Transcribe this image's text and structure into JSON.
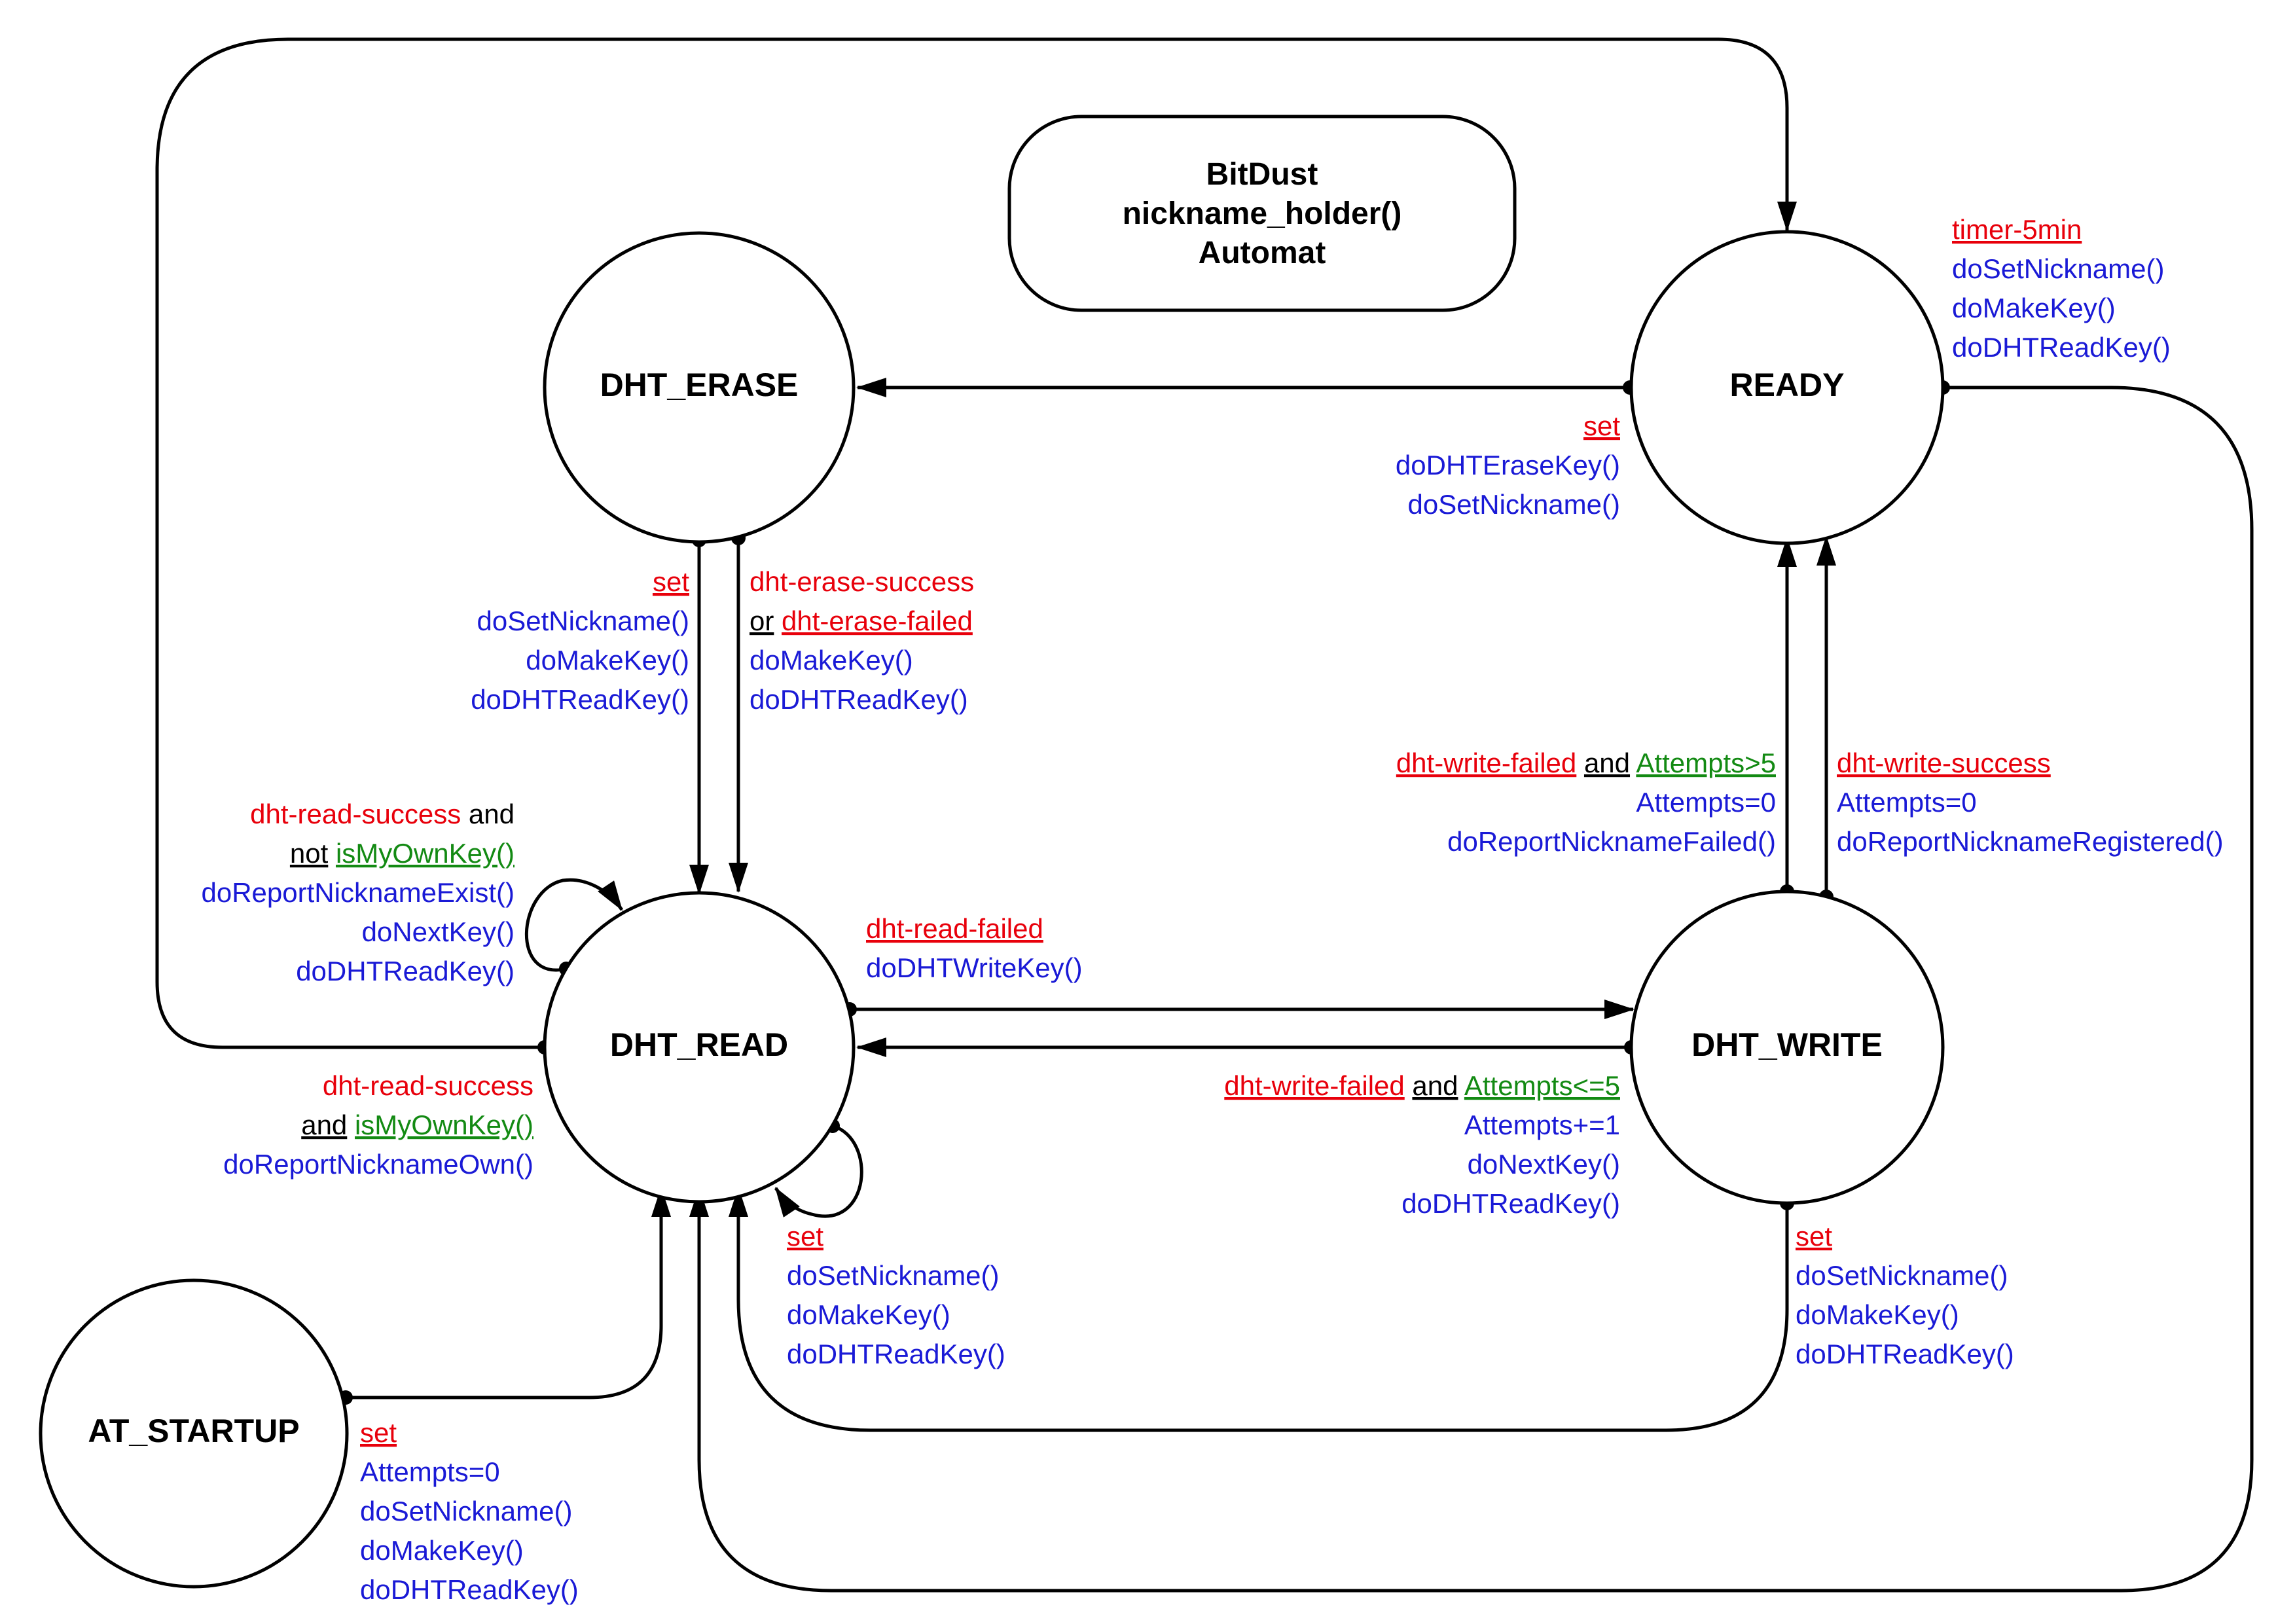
{
  "title": {
    "line1": "BitDust",
    "line2": "nickname_holder()",
    "line3": "Automat"
  },
  "states": {
    "ready": "READY",
    "dht_erase": "DHT_ERASE",
    "dht_read": "DHT_READ",
    "dht_write": "DHT_WRITE",
    "at_startup": "AT_STARTUP"
  },
  "colors": {
    "event": "#e8000b",
    "condition": "#138a13",
    "action": "#1a1ad6",
    "line": "#000000"
  },
  "labels": {
    "ready_self": {
      "event": "timer-5min",
      "actions": [
        "doSetNickname()",
        "doMakeKey()",
        "doDHTReadKey()"
      ]
    },
    "ready_to_erase": {
      "event": "set",
      "actions": [
        "doDHTEraseKey()",
        "doSetNickname()"
      ]
    },
    "erase_to_read_set": {
      "event": "set",
      "actions": [
        "doSetNickname()",
        "doMakeKey()",
        "doDHTReadKey()"
      ]
    },
    "erase_to_read_done": {
      "event1": "dht-erase-success",
      "op": "or",
      "event2": "dht-erase-failed",
      "actions": [
        "doMakeKey()",
        "doDHTReadKey()"
      ]
    },
    "read_loop_not_own": {
      "event": "dht-read-success",
      "op1": "and",
      "op2": "not",
      "condition": "isMyOwnKey()",
      "actions": [
        "doReportNicknameExist()",
        "doNextKey()",
        "doDHTReadKey()"
      ]
    },
    "read_own": {
      "event": "dht-read-success",
      "op": "and",
      "condition": "isMyOwnKey()",
      "actions": [
        "doReportNicknameOwn()"
      ]
    },
    "read_to_write": {
      "event": "dht-read-failed",
      "actions": [
        "doDHTWriteKey()"
      ]
    },
    "write_to_read_retry": {
      "event": "dht-write-failed",
      "op": "and",
      "condition": "Attempts<=5",
      "actions": [
        "Attempts+=1",
        "doNextKey()",
        "doDHTReadKey()"
      ]
    },
    "read_self_set": {
      "event": "set",
      "actions": [
        "doSetNickname()",
        "doMakeKey()",
        "doDHTReadKey()"
      ]
    },
    "write_to_read_set": {
      "event": "set",
      "actions": [
        "doSetNickname()",
        "doMakeKey()",
        "doDHTReadKey()"
      ]
    },
    "write_fail_to_ready": {
      "event": "dht-write-failed",
      "op": "and",
      "condition": "Attempts>5",
      "actions": [
        "Attempts=0",
        "doReportNicknameFailed()"
      ]
    },
    "write_success_to_ready": {
      "event": "dht-write-success",
      "actions": [
        "Attempts=0",
        "doReportNicknameRegistered()"
      ]
    },
    "startup_to_read": {
      "event": "set",
      "actions": [
        "Attempts=0",
        "doSetNickname()",
        "doMakeKey()",
        "doDHTReadKey()"
      ]
    }
  }
}
